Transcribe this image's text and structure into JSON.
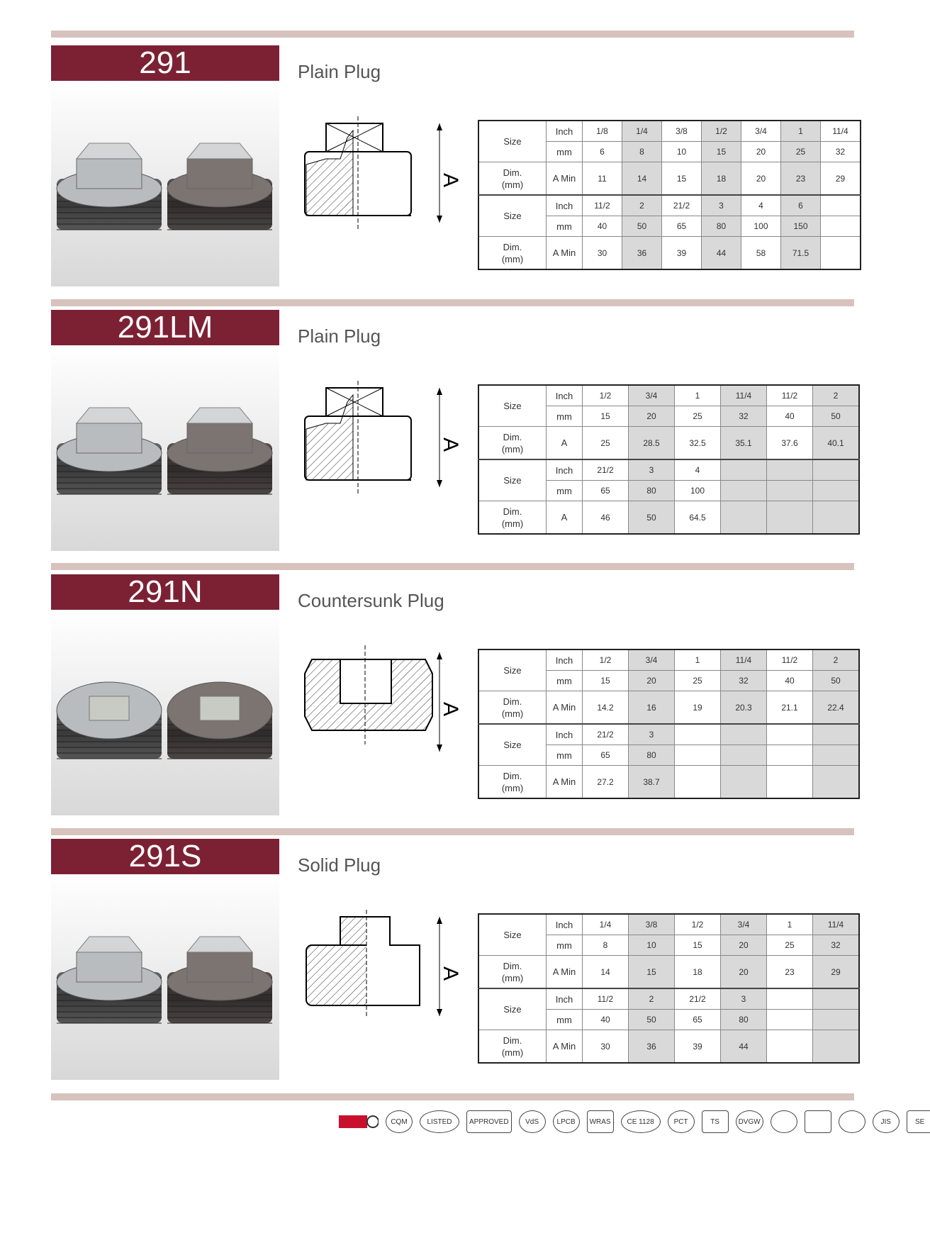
{
  "products": [
    {
      "code": "291",
      "name": "Plain Plug",
      "drawing": "plain-plug",
      "cols": 7,
      "blocks": [
        {
          "size_label": "Size",
          "inch_label": "Inch",
          "mm_label": "mm",
          "dim_label_1": "Dim.",
          "dim_label_2": "(mm)",
          "dim_sub": "A Min",
          "inch": [
            "1/8",
            "1/4",
            "3/8",
            "1/2",
            "3/4",
            "1",
            "11/4"
          ],
          "mm": [
            "6",
            "8",
            "10",
            "15",
            "20",
            "25",
            "32"
          ],
          "a": [
            "11",
            "14",
            "15",
            "18",
            "20",
            "23",
            "29"
          ]
        },
        {
          "size_label": "Size",
          "inch_label": "Inch",
          "mm_label": "mm",
          "dim_label_1": "Dim.",
          "dim_label_2": "(mm)",
          "dim_sub": "A Min",
          "inch": [
            "11/2",
            "2",
            "21/2",
            "3",
            "4",
            "6",
            ""
          ],
          "mm": [
            "40",
            "50",
            "65",
            "80",
            "100",
            "150",
            ""
          ],
          "a": [
            "30",
            "36",
            "39",
            "44",
            "58",
            "71.5",
            ""
          ]
        }
      ]
    },
    {
      "code": "291LM",
      "name": "Plain Plug",
      "drawing": "plain-plug",
      "cols": 6,
      "blocks": [
        {
          "size_label": "Size",
          "inch_label": "Inch",
          "mm_label": "mm",
          "dim_label_1": "Dim.",
          "dim_label_2": "(mm)",
          "dim_sub": "A",
          "inch": [
            "1/2",
            "3/4",
            "1",
            "11/4",
            "11/2",
            "2"
          ],
          "mm": [
            "15",
            "20",
            "25",
            "32",
            "40",
            "50"
          ],
          "a": [
            "25",
            "28.5",
            "32.5",
            "35.1",
            "37.6",
            "40.1"
          ]
        },
        {
          "size_label": "Size",
          "inch_label": "Inch",
          "mm_label": "mm",
          "dim_label_1": "Dim.",
          "dim_label_2": "(mm)",
          "dim_sub": "A",
          "inch": [
            "21/2",
            "3",
            "4",
            "",
            "",
            ""
          ],
          "mm": [
            "65",
            "80",
            "100",
            "",
            "",
            ""
          ],
          "a": [
            "46",
            "50",
            "64.5",
            "",
            "",
            ""
          ]
        }
      ]
    },
    {
      "code": "291N",
      "name": "Countersunk Plug",
      "drawing": "countersunk-plug",
      "cols": 6,
      "blocks": [
        {
          "size_label": "Size",
          "inch_label": "Inch",
          "mm_label": "mm",
          "dim_label_1": "Dim.",
          "dim_label_2": "(mm)",
          "dim_sub": "A Min",
          "inch": [
            "1/2",
            "3/4",
            "1",
            "11/4",
            "11/2",
            "2"
          ],
          "mm": [
            "15",
            "20",
            "25",
            "32",
            "40",
            "50"
          ],
          "a": [
            "14.2",
            "16",
            "19",
            "20.3",
            "21.1",
            "22.4"
          ]
        },
        {
          "size_label": "Size",
          "inch_label": "Inch",
          "mm_label": "mm",
          "dim_label_1": "Dim.",
          "dim_label_2": "(mm)",
          "dim_sub": "A Min",
          "inch": [
            "21/2",
            "3",
            "",
            "",
            "",
            ""
          ],
          "mm": [
            "65",
            "80",
            "",
            "",
            "",
            ""
          ],
          "a": [
            "27.2",
            "38.7",
            "",
            "",
            "",
            ""
          ]
        }
      ]
    },
    {
      "code": "291S",
      "name": "Solid Plug",
      "drawing": "solid-plug",
      "cols": 6,
      "blocks": [
        {
          "size_label": "Size",
          "inch_label": "Inch",
          "mm_label": "mm",
          "dim_label_1": "Dim.",
          "dim_label_2": "(mm)",
          "dim_sub": "A Min",
          "inch": [
            "1/4",
            "3/8",
            "1/2",
            "3/4",
            "1",
            "11/4"
          ],
          "mm": [
            "8",
            "10",
            "15",
            "20",
            "25",
            "32"
          ],
          "a": [
            "14",
            "15",
            "18",
            "20",
            "23",
            "29"
          ]
        },
        {
          "size_label": "Size",
          "inch_label": "Inch",
          "mm_label": "mm",
          "dim_label_1": "Dim.",
          "dim_label_2": "(mm)",
          "dim_sub": "A Min",
          "inch": [
            "11/2",
            "2",
            "21/2",
            "3",
            "",
            ""
          ],
          "mm": [
            "40",
            "50",
            "65",
            "80",
            "",
            ""
          ],
          "a": [
            "30",
            "36",
            "39",
            "44",
            "",
            ""
          ]
        }
      ]
    }
  ],
  "dimension_letter": "A",
  "certifications": [
    {
      "icon": "bureau-veritas-icon",
      "text": ""
    },
    {
      "icon": "cqm-icon",
      "text": "CQM"
    },
    {
      "icon": "ul-listed-icon",
      "text": "LISTED"
    },
    {
      "icon": "fm-approved-icon",
      "text": "APPROVED"
    },
    {
      "icon": "vds-icon",
      "text": "VdS"
    },
    {
      "icon": "lpcb-icon",
      "text": "LPCB"
    },
    {
      "icon": "wras-icon",
      "text": "WRAS"
    },
    {
      "icon": "ce-1128-icon",
      "text": "CE 1128"
    },
    {
      "icon": "pct-icon",
      "text": "PCT"
    },
    {
      "icon": "ts-icon",
      "text": "TS"
    },
    {
      "icon": "dvgw-icon",
      "text": "DVGW"
    },
    {
      "icon": "heart-mark-icon",
      "text": ""
    },
    {
      "icon": "seal-icon",
      "text": ""
    },
    {
      "icon": "kitemark-icon",
      "text": ""
    },
    {
      "icon": "jis-icon",
      "text": "JIS"
    },
    {
      "icon": "sisir-icon",
      "text": "SE"
    }
  ],
  "colors": {
    "banner": "#7c2134",
    "rule": "#d7c2bd",
    "shade": "#d9d9d9"
  }
}
